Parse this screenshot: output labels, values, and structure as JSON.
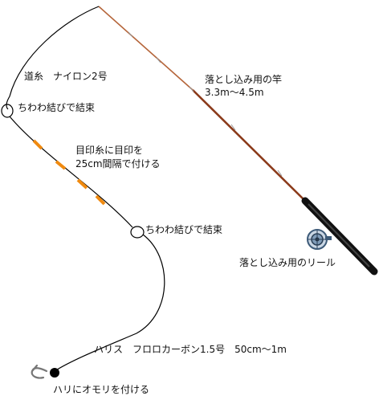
{
  "labels": {
    "michiito": "道糸　ナイロン2号",
    "rod_name": "落とし込み用の竿",
    "rod_length": "3.3m〜4.5m",
    "knot_upper": "ちわわ結びで結束",
    "marker_line1": "目印糸に目印を",
    "marker_line2": "25cm間隔で付ける",
    "knot_lower": "ちわわ結びで結束",
    "reel": "落とし込み用のリール",
    "harisu": "ハリス　フロロカーボン1.5号　50cm〜1m",
    "hook": "ハリにオモリを付ける"
  },
  "colors": {
    "line": "#000000",
    "marker": "#f08a10",
    "rod_shaft": "#a0522d",
    "rod_grip": "#111111",
    "reel_body": "#9ab0c8",
    "hook": "#777777",
    "sinker": "#000000"
  },
  "icons": {
    "reel": "reel-icon",
    "hook": "hook-icon",
    "sinker": "sinker-icon"
  }
}
